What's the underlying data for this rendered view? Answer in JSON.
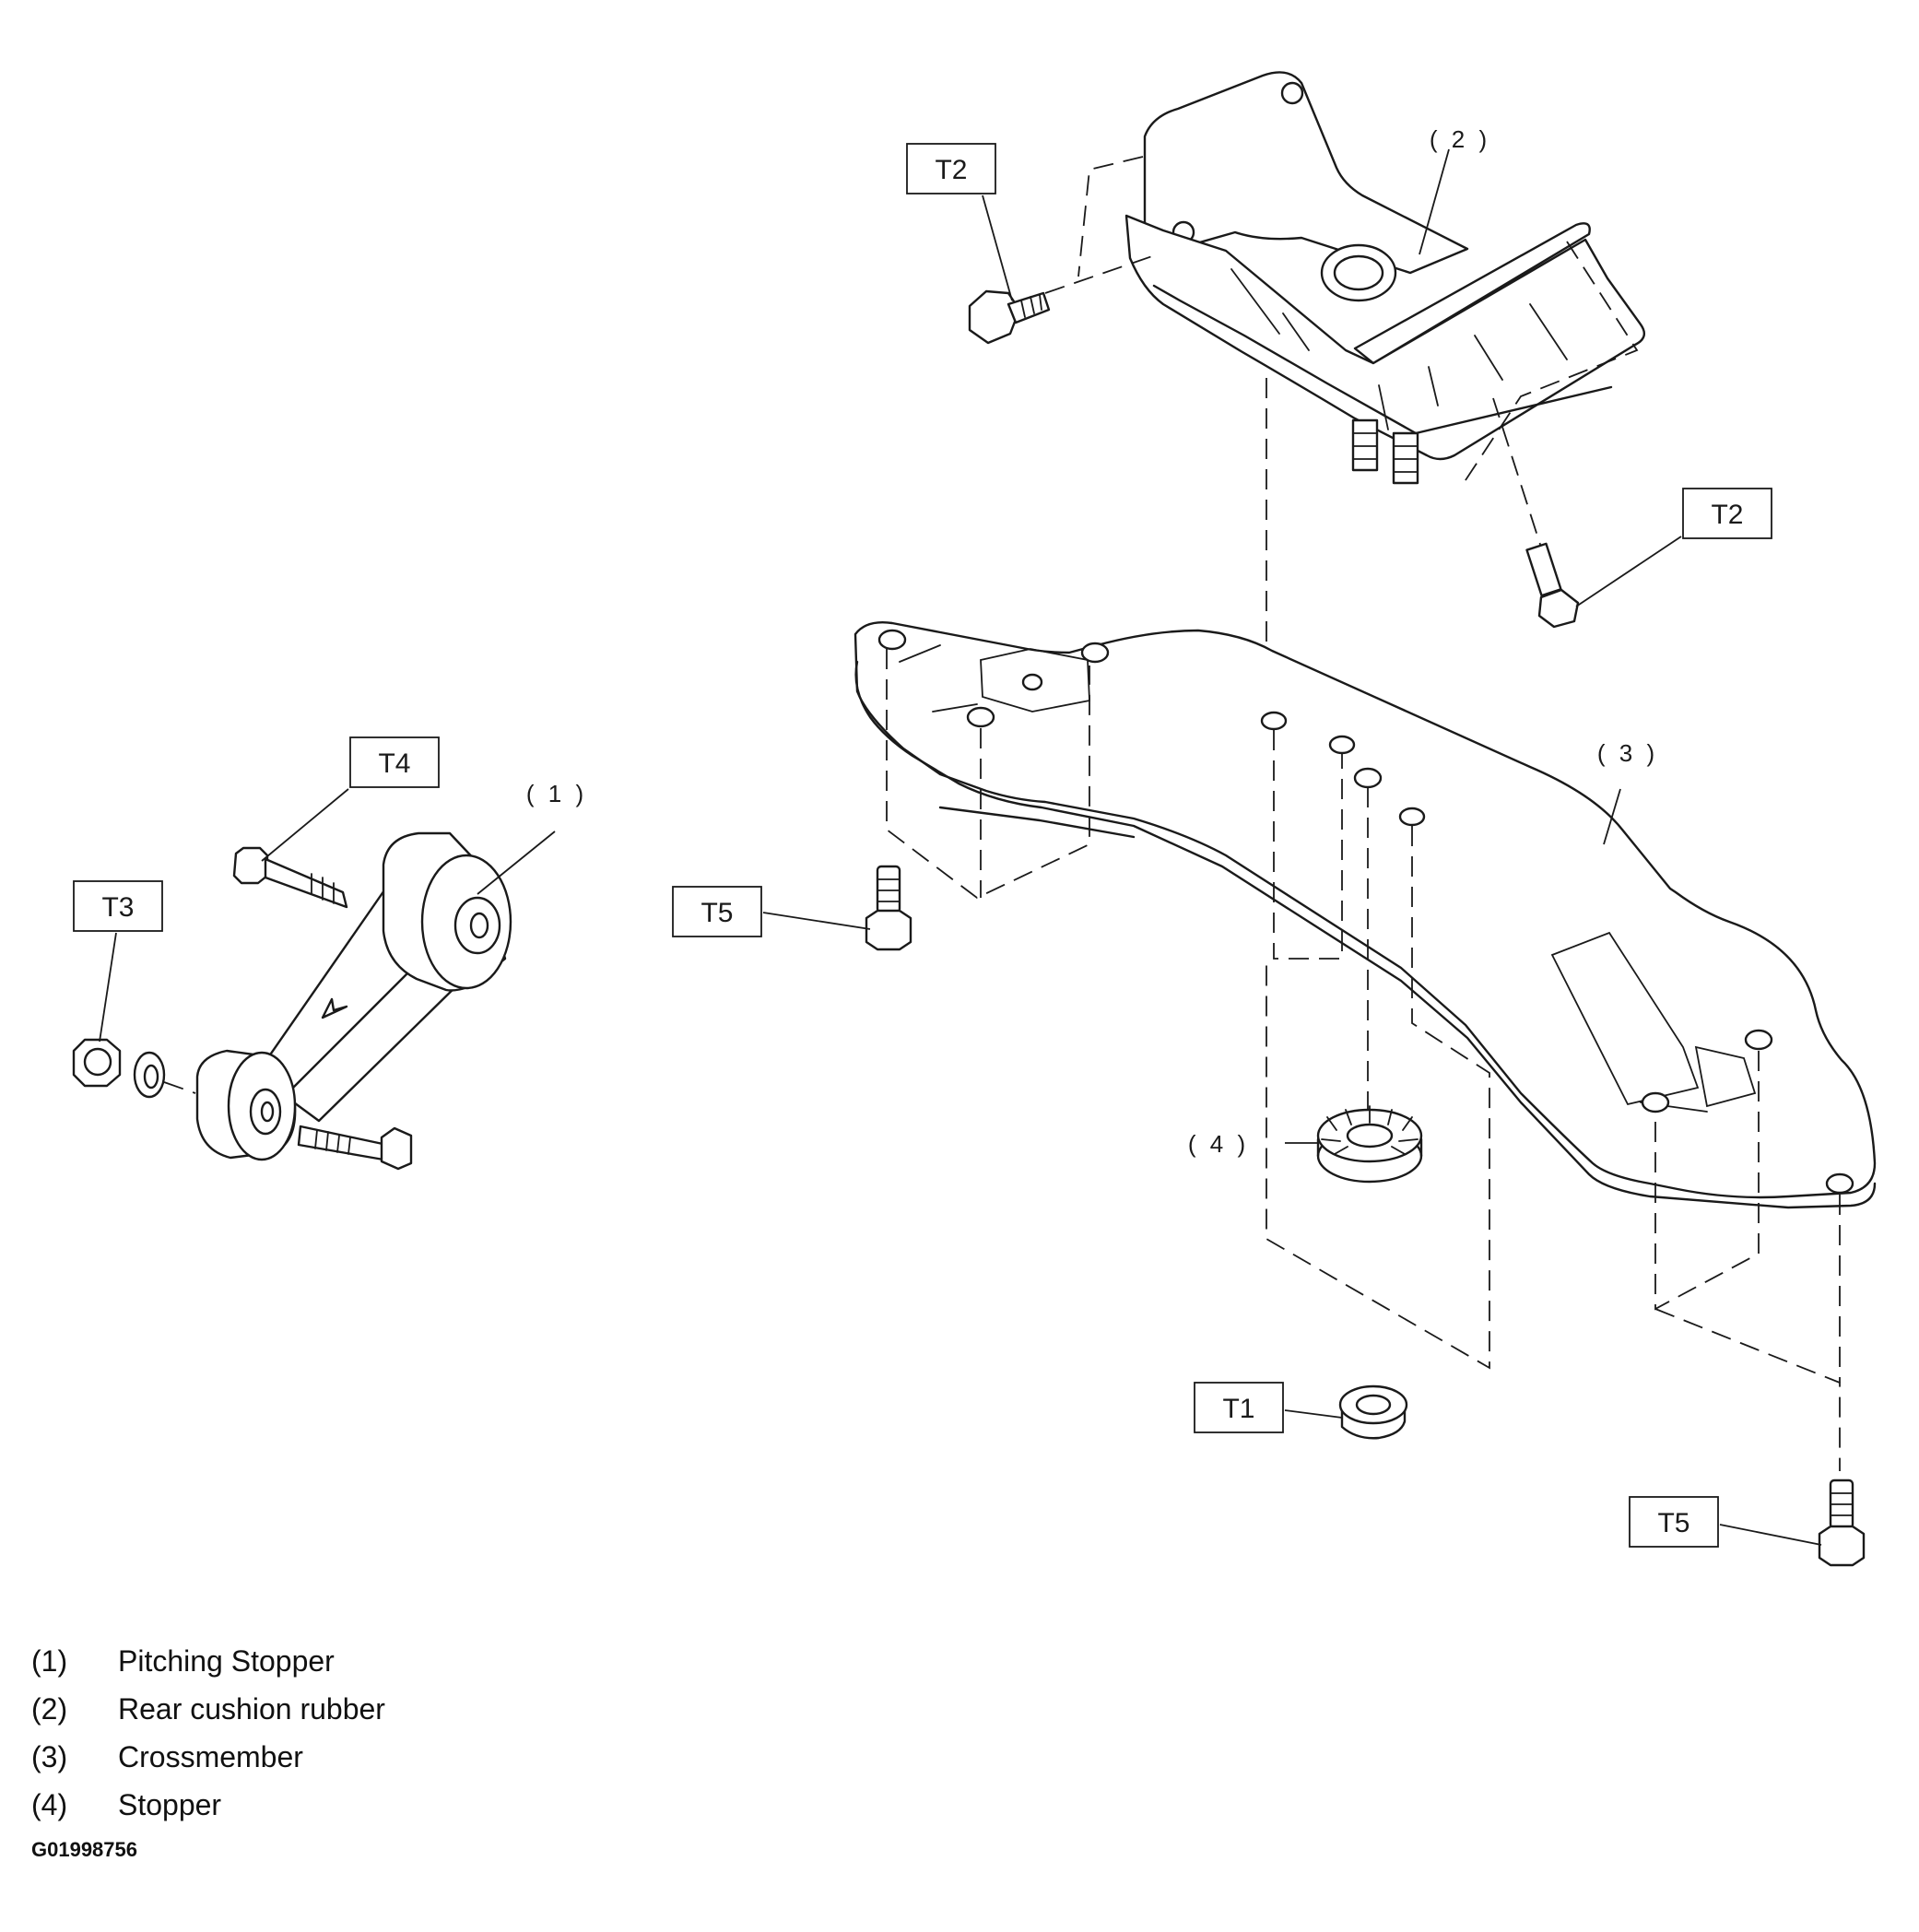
{
  "callouts": {
    "t1": "T1",
    "t2_upper": "T2",
    "t2_right": "T2",
    "t3": "T3",
    "t4": "T4",
    "t5_left": "T5",
    "t5_right": "T5"
  },
  "part_labels": {
    "p1": "( 1 )",
    "p2": "( 2 )",
    "p3": "( 3 )",
    "p4": "( 4 )"
  },
  "legend": [
    {
      "num": "(1)",
      "name": "Pitching Stopper"
    },
    {
      "num": "(2)",
      "name": "Rear cushion rubber"
    },
    {
      "num": "(3)",
      "name": "Crossmember"
    },
    {
      "num": "(4)",
      "name": "Stopper"
    }
  ],
  "figure_code": "G01998756"
}
